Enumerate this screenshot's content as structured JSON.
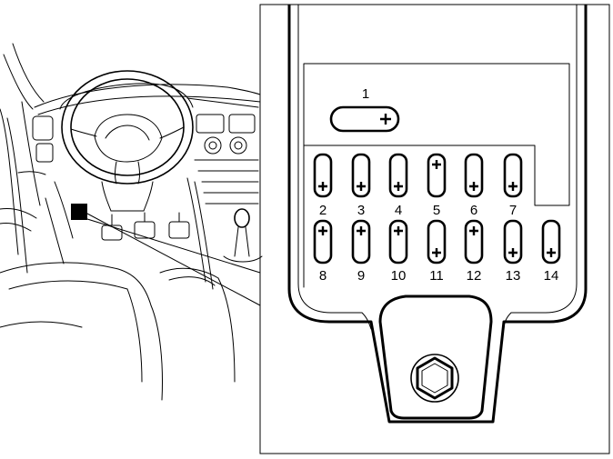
{
  "fuse_box": {
    "main_fuse": {
      "label": "1"
    },
    "fuses_top_row": [
      {
        "label": "2",
        "plus": "bottom"
      },
      {
        "label": "3",
        "plus": "bottom"
      },
      {
        "label": "4",
        "plus": "bottom"
      },
      {
        "label": "5",
        "plus": "top"
      },
      {
        "label": "6",
        "plus": "bottom"
      },
      {
        "label": "7",
        "plus": "bottom"
      }
    ],
    "fuses_bottom_row": [
      {
        "label": "8",
        "plus": "top"
      },
      {
        "label": "9",
        "plus": "top"
      },
      {
        "label": "10",
        "plus": "top"
      },
      {
        "label": "11",
        "plus": "bottom"
      },
      {
        "label": "12",
        "plus": "top"
      },
      {
        "label": "13",
        "plus": "bottom"
      },
      {
        "label": "14",
        "plus": "bottom"
      }
    ]
  },
  "location_marker": {
    "color": "#000000"
  }
}
